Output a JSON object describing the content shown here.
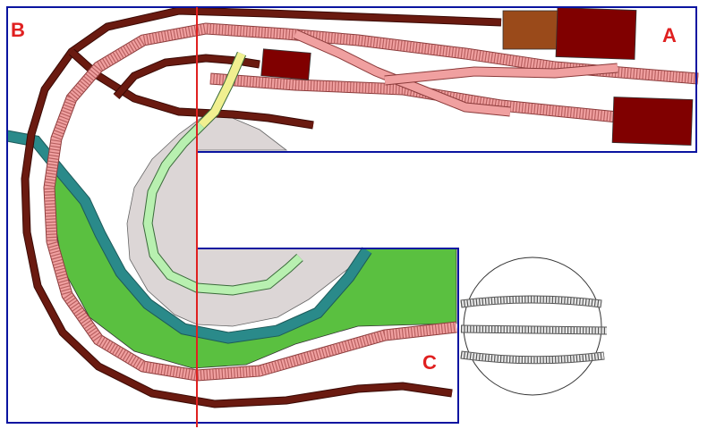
{
  "zones": [
    {
      "id": "A",
      "label": "A"
    },
    {
      "id": "B",
      "label": "B"
    },
    {
      "id": "C",
      "label": "C"
    }
  ],
  "colors": {
    "board_outline": "#0a14a0",
    "divider": "#e02020",
    "zone_label": "#e02020",
    "main_track": "#f0a0a0",
    "main_track_edge": "#8a3a3a",
    "dark_track": "#6a1a10",
    "yellow_track": "#f0f090",
    "light_green_track": "#b8f0b0",
    "teal_track": "#2a8a8a",
    "green_terrain": "#5ac040",
    "grey_terrain": "#dcd6d6",
    "buildings": [
      "#9a4a1a",
      "#800000"
    ],
    "turntable_track": "#e8e8e8"
  }
}
